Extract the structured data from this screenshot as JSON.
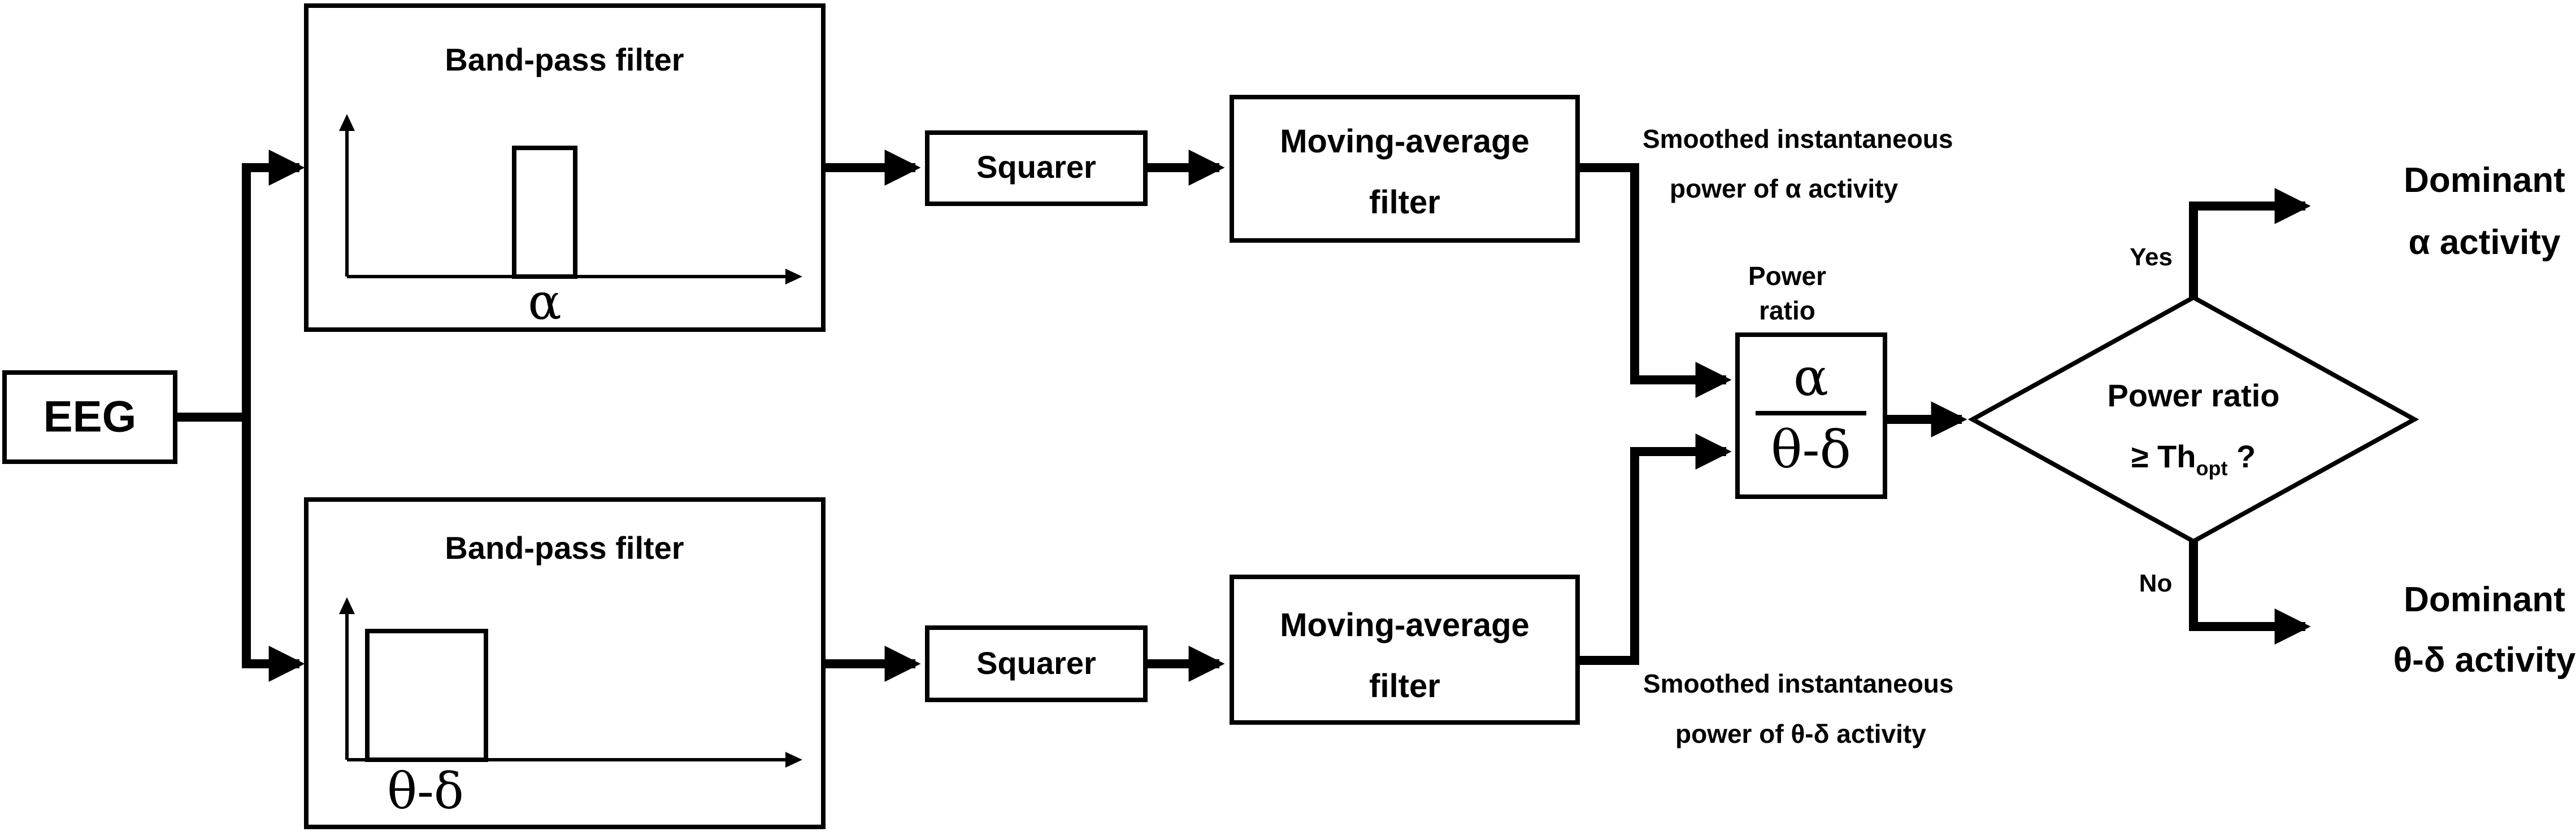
{
  "input": {
    "label": "EEG"
  },
  "alpha_branch": {
    "filter_title": "Band-pass filter",
    "band_symbol": "α",
    "squarer_label": "Squarer",
    "ma_line1": "Moving-average",
    "ma_line2": "filter",
    "output_line1": "Smoothed instantaneous",
    "output_line2": "power of  α activity"
  },
  "theta_branch": {
    "filter_title": "Band-pass filter",
    "band_symbol": "θ-δ",
    "squarer_label": "Squarer",
    "ma_line1": "Moving-average",
    "ma_line2": "filter",
    "output_line1": "Smoothed instantaneous",
    "output_line2": "power of  θ-δ activity"
  },
  "ratio": {
    "caption_line1": "Power",
    "caption_line2": "ratio",
    "numerator": "α",
    "denominator": "θ-δ"
  },
  "decision": {
    "line1": "Power ratio",
    "line2_prefix": "≥ Th",
    "line2_sub": "opt",
    "line2_suffix": " ?",
    "yes_label": "Yes",
    "no_label": "No"
  },
  "outputs": {
    "dominant_alpha_line1": "Dominant",
    "dominant_alpha_line2": "α activity",
    "dominant_theta_line1": "Dominant",
    "dominant_theta_line2": "θ-δ activity"
  }
}
